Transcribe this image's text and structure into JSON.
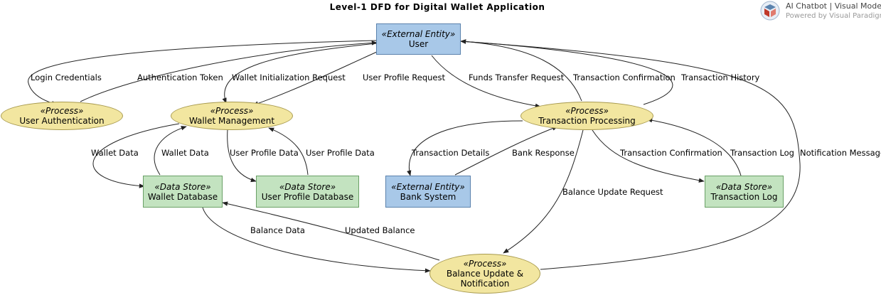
{
  "title": "Level-1 DFD for Digital Wallet Application",
  "brand": {
    "line1": "AI Chatbot | Visual Modeling",
    "line2": "Powered by Visual Paradigm"
  },
  "colors": {
    "entity_fill": "#a8c8e8",
    "store_fill": "#c3e3c0",
    "process_fill": "#f2e6a0",
    "edge": "#222222"
  },
  "nodes": {
    "user": {
      "stereotype": "«External Entity»",
      "name": "User"
    },
    "user_auth": {
      "stereotype": "«Process»",
      "name": "User Authentication"
    },
    "wallet_mgmt": {
      "stereotype": "«Process»",
      "name": "Wallet Management"
    },
    "txn_proc": {
      "stereotype": "«Process»",
      "name": "Transaction Processing"
    },
    "wallet_db": {
      "stereotype": "«Data Store»",
      "name": "Wallet Database"
    },
    "profile_db": {
      "stereotype": "«Data Store»",
      "name": "User Profile Database"
    },
    "bank": {
      "stereotype": "«External Entity»",
      "name": "Bank System"
    },
    "txn_log": {
      "stereotype": "«Data Store»",
      "name": "Transaction Log"
    },
    "balance": {
      "stereotype": "«Process»",
      "name1": "Balance Update &",
      "name2": "Notification"
    }
  },
  "flows": {
    "login_credentials": "Login Credentials",
    "auth_token": "Authentication Token",
    "wallet_init": "Wallet Initialization Request",
    "profile_request": "User Profile Request",
    "funds_transfer": "Funds Transfer Request",
    "txn_confirmation_user": "Transaction Confirmation",
    "txn_history": "Transaction History",
    "wallet_data_out": "Wallet Data",
    "wallet_data_in": "Wallet Data",
    "profile_data_out": "User Profile Data",
    "profile_data_in": "User Profile Data",
    "txn_details": "Transaction Details",
    "bank_response": "Bank Response",
    "balance_update_request": "Balance Update Request",
    "txn_confirmation_log": "Transaction Confirmation",
    "txn_log_flow": "Transaction Log",
    "notification": "Notification Message",
    "balance_data": "Balance Data",
    "updated_balance": "Updated Balance"
  }
}
